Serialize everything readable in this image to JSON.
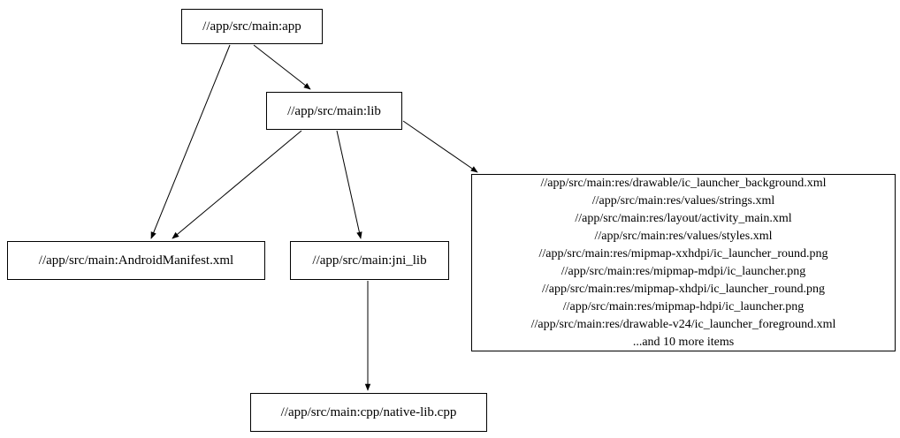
{
  "graph": {
    "nodes": {
      "app": {
        "label": "//app/src/main:app"
      },
      "lib": {
        "label": "//app/src/main:lib"
      },
      "manifest": {
        "label": "//app/src/main:AndroidManifest.xml"
      },
      "jni_lib": {
        "label": "//app/src/main:jni_lib"
      },
      "cpp": {
        "label": "//app/src/main:cpp/native-lib.cpp"
      },
      "res": {
        "lines": [
          "//app/src/main:res/drawable/ic_launcher_background.xml",
          "//app/src/main:res/values/strings.xml",
          "//app/src/main:res/layout/activity_main.xml",
          "//app/src/main:res/values/styles.xml",
          "//app/src/main:res/mipmap-xxhdpi/ic_launcher_round.png",
          "//app/src/main:res/mipmap-mdpi/ic_launcher.png",
          "//app/src/main:res/mipmap-xhdpi/ic_launcher_round.png",
          "//app/src/main:res/mipmap-hdpi/ic_launcher.png",
          "//app/src/main:res/drawable-v24/ic_launcher_foreground.xml",
          "...and 10 more items"
        ]
      }
    },
    "edges": [
      {
        "from": "//app/src/main:app",
        "to": "//app/src/main:lib"
      },
      {
        "from": "//app/src/main:app",
        "to": "//app/src/main:AndroidManifest.xml"
      },
      {
        "from": "//app/src/main:lib",
        "to": "//app/src/main:AndroidManifest.xml"
      },
      {
        "from": "//app/src/main:lib",
        "to": "//app/src/main:jni_lib"
      },
      {
        "from": "//app/src/main:lib",
        "to": "//app/src/main:res (group)"
      },
      {
        "from": "//app/src/main:jni_lib",
        "to": "//app/src/main:cpp/native-lib.cpp"
      }
    ],
    "colors": {
      "background": "#ffffff",
      "node_border": "#000000",
      "edge": "#000000",
      "text": "#000000"
    }
  }
}
